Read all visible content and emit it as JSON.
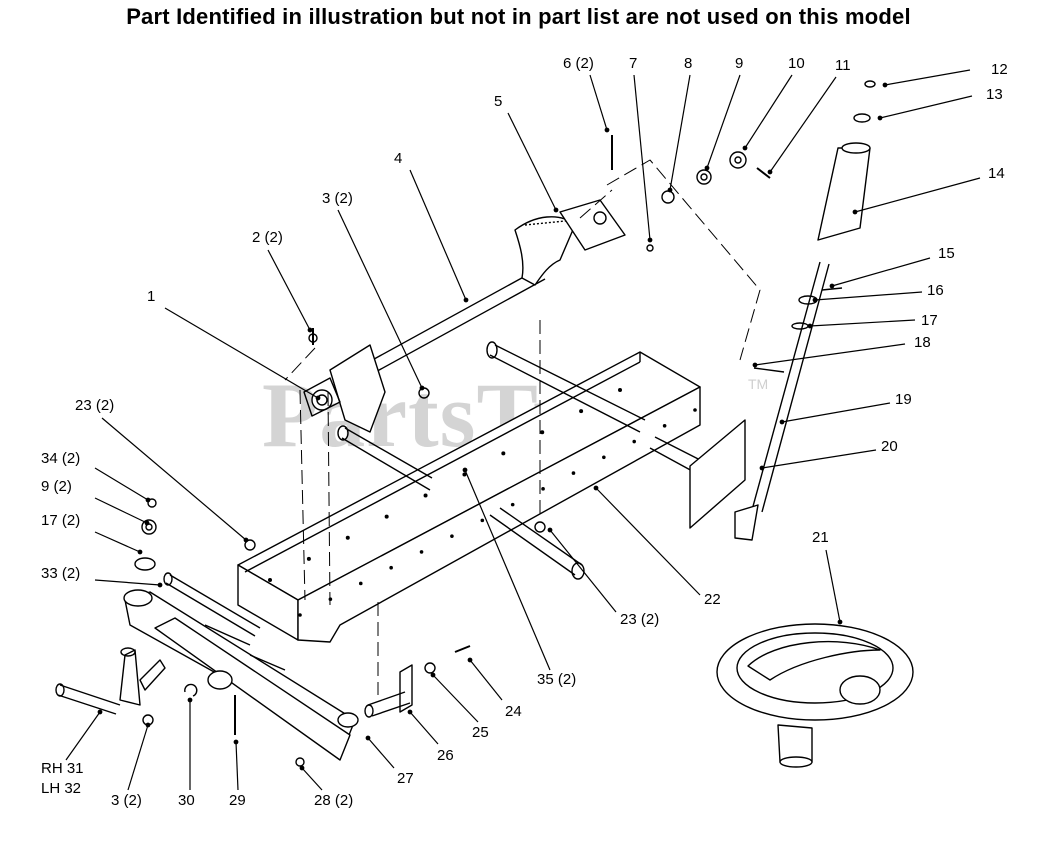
{
  "header": "Part Identified in illustration but not in part list are not used on this model",
  "watermark": "PartsTree",
  "trademark": "TM",
  "callouts": [
    {
      "id": "1",
      "text": "1"
    },
    {
      "id": "2",
      "text": "2 (2)"
    },
    {
      "id": "3a",
      "text": "3 (2)"
    },
    {
      "id": "3b",
      "text": "3 (2)"
    },
    {
      "id": "4",
      "text": "4"
    },
    {
      "id": "5",
      "text": "5"
    },
    {
      "id": "6",
      "text": "6 (2)"
    },
    {
      "id": "7",
      "text": "7"
    },
    {
      "id": "8",
      "text": "8"
    },
    {
      "id": "9a",
      "text": "9"
    },
    {
      "id": "9b",
      "text": "9 (2)"
    },
    {
      "id": "10",
      "text": "10"
    },
    {
      "id": "11",
      "text": "11"
    },
    {
      "id": "12",
      "text": "12"
    },
    {
      "id": "13",
      "text": "13"
    },
    {
      "id": "14",
      "text": "14"
    },
    {
      "id": "15",
      "text": "15"
    },
    {
      "id": "16",
      "text": "16"
    },
    {
      "id": "17a",
      "text": "17"
    },
    {
      "id": "17b",
      "text": "17 (2)"
    },
    {
      "id": "18",
      "text": "18"
    },
    {
      "id": "19",
      "text": "19"
    },
    {
      "id": "20",
      "text": "20"
    },
    {
      "id": "21",
      "text": "21"
    },
    {
      "id": "22",
      "text": "22"
    },
    {
      "id": "23a",
      "text": "23 (2)"
    },
    {
      "id": "23b",
      "text": "23 (2)"
    },
    {
      "id": "24",
      "text": "24"
    },
    {
      "id": "25",
      "text": "25"
    },
    {
      "id": "26",
      "text": "26"
    },
    {
      "id": "27",
      "text": "27"
    },
    {
      "id": "28",
      "text": "28 (2)"
    },
    {
      "id": "29",
      "text": "29"
    },
    {
      "id": "30",
      "text": "30"
    },
    {
      "id": "31",
      "text": "RH 31"
    },
    {
      "id": "32",
      "text": "LH 32"
    },
    {
      "id": "33",
      "text": "33 (2)"
    },
    {
      "id": "34",
      "text": "34 (2)"
    },
    {
      "id": "35",
      "text": "35 (2)"
    }
  ]
}
